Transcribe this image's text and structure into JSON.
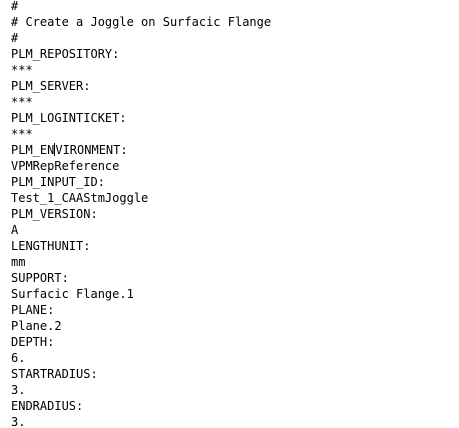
{
  "document": {
    "lines": [
      "#",
      "# Create a Joggle on Surfacic Flange",
      "#",
      "PLM_REPOSITORY:",
      "***",
      "PLM_SERVER:",
      "***",
      "PLM_LOGINTICKET:",
      "***",
      "PLM_ENVIRONMENT:",
      "VPMRepReference",
      "PLM_INPUT_ID:",
      "Test_1_CAAStmJoggle",
      "PLM_VERSION:",
      "A",
      "LENGTHUNIT:",
      "mm",
      "SUPPORT:",
      "Surfacic Flange.1",
      "PLANE:",
      "Plane.2",
      "DEPTH:",
      "6.",
      "STARTRADIUS:",
      "3.",
      "ENDRADIUS:",
      "3."
    ],
    "caret_line_index": 9,
    "caret_char_index": 6
  }
}
